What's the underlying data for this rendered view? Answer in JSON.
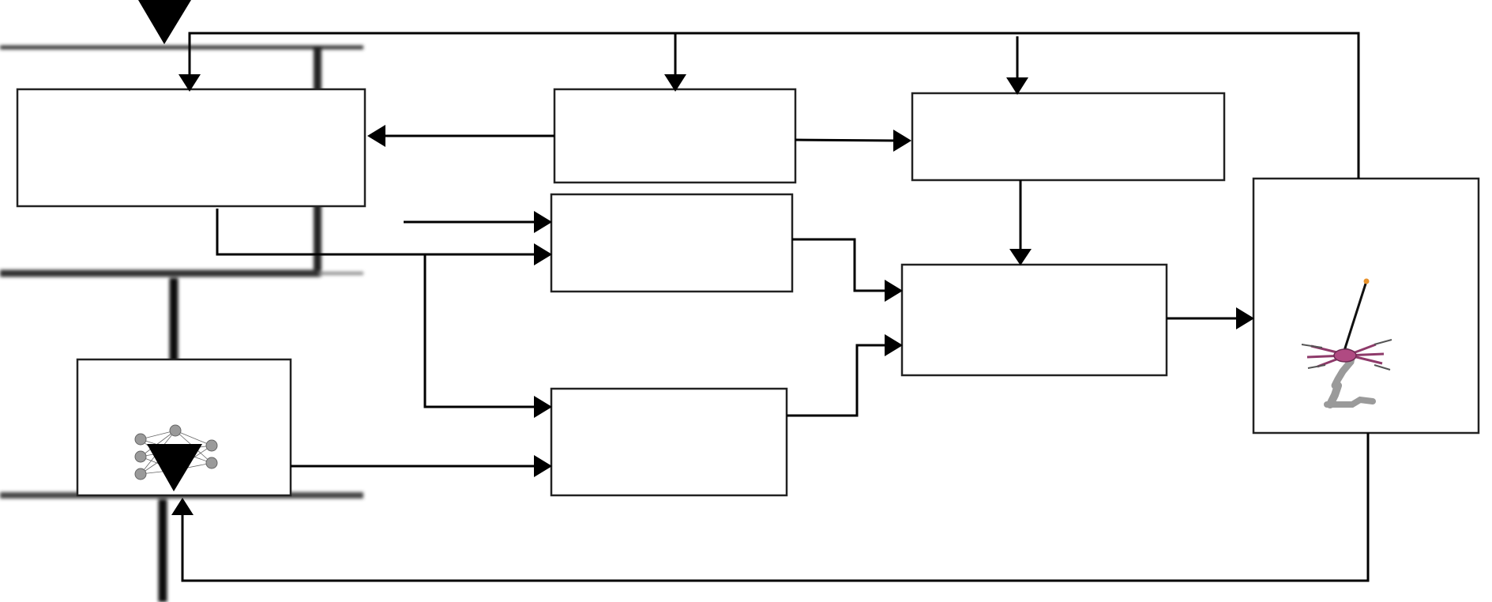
{
  "diagram": {
    "type": "block-diagram",
    "blocks": [
      {
        "id": "block-top-left",
        "label": ""
      },
      {
        "id": "block-top-center",
        "label": ""
      },
      {
        "id": "block-top-right",
        "label": ""
      },
      {
        "id": "block-middle-center",
        "label": ""
      },
      {
        "id": "block-neural-network",
        "label": "",
        "icon": "neural-network-icon"
      },
      {
        "id": "block-bottom-center",
        "label": ""
      },
      {
        "id": "block-combiner",
        "label": ""
      },
      {
        "id": "block-plant",
        "label": "",
        "icon": "multirotor-manipulator-icon"
      }
    ],
    "colors": {
      "line": "#000000",
      "block_border": "#222222",
      "robot_frame": "#8e3a6a",
      "robot_arm": "#9a9a9a",
      "tip_marker": "#e8922c"
    }
  }
}
